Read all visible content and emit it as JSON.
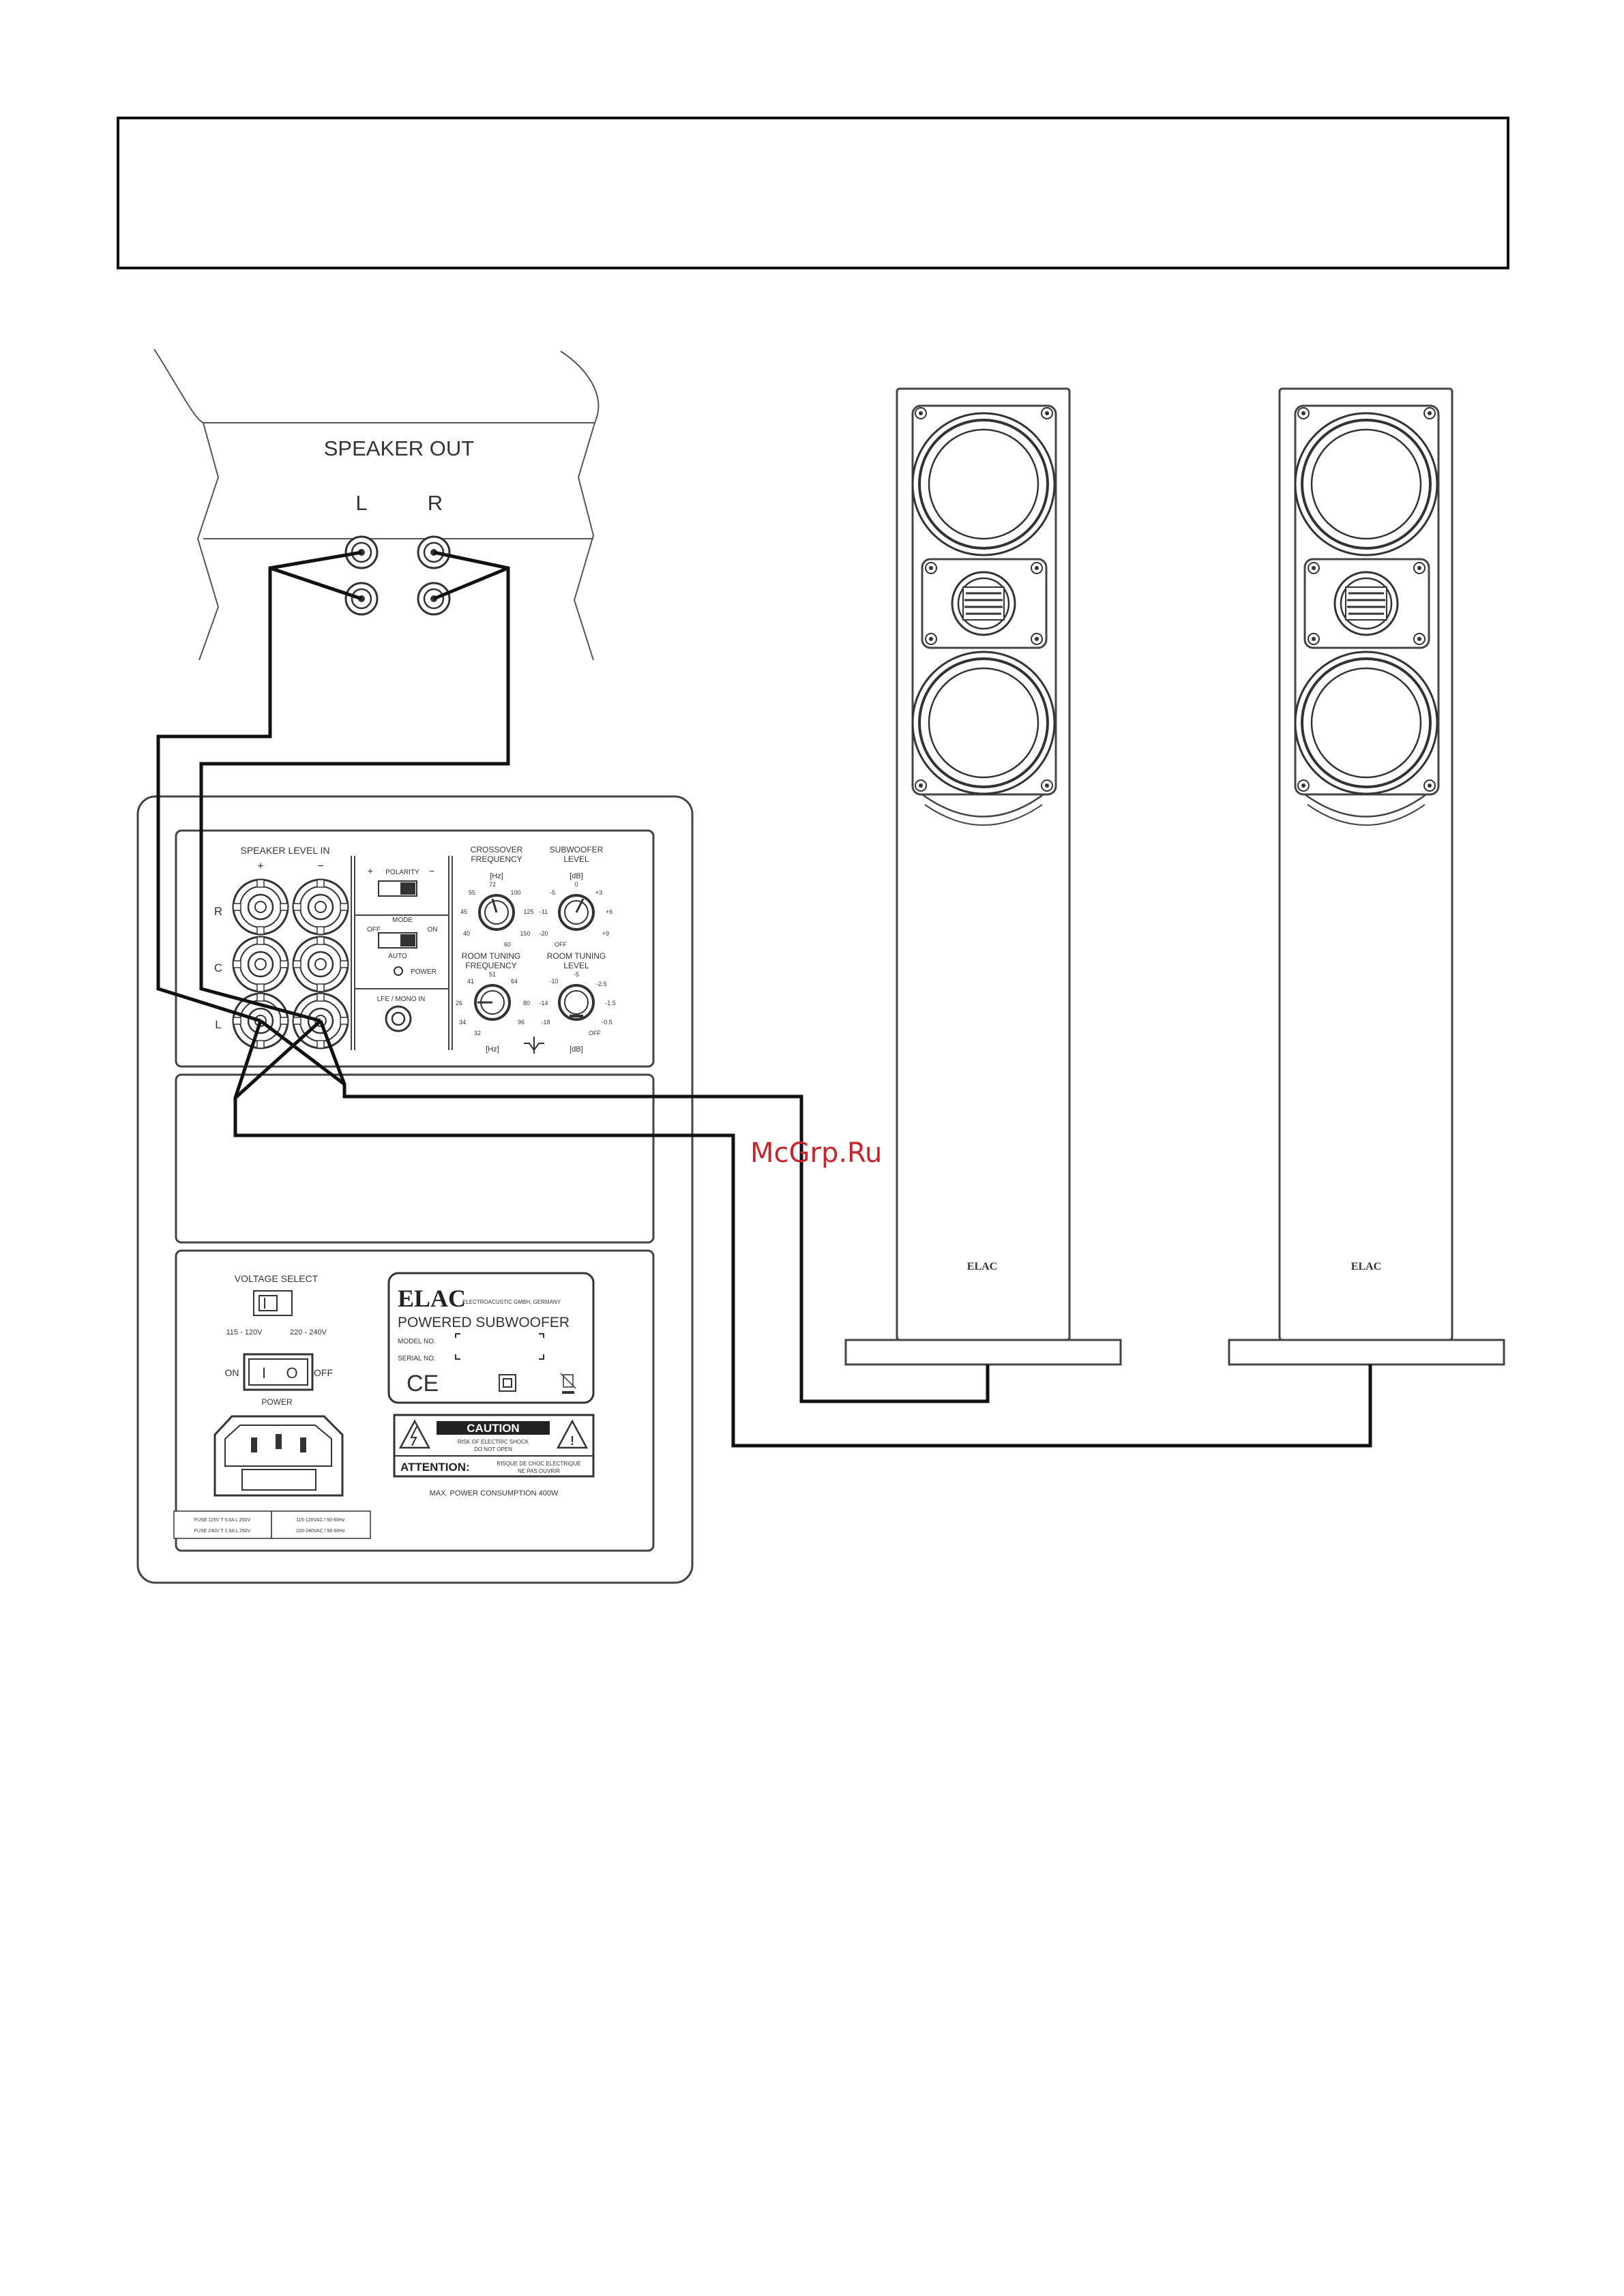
{
  "header": {
    "text": ""
  },
  "amp": {
    "title": "SPEAKER OUT",
    "left": "L",
    "right": "R"
  },
  "panel": {
    "speaker_level_in": "SPEAKER LEVEL IN",
    "plus": "+",
    "minus": "−",
    "rows": [
      "R",
      "C",
      "L"
    ],
    "polarity": {
      "plus": "+",
      "label": "POLARITY",
      "minus": "−"
    },
    "mode": {
      "label": "MODE",
      "off": "OFF",
      "on": "ON",
      "auto": "AUTO"
    },
    "power_led": "POWER",
    "lfe": "LFE / MONO IN",
    "crossover": {
      "title1": "CROSSOVER",
      "title2": "FREQUENCY",
      "unit": "[Hz]",
      "ticks": [
        "40",
        "45",
        "55",
        "72",
        "100",
        "125",
        "150",
        "60"
      ]
    },
    "sub_level": {
      "title1": "SUBWOOFER",
      "title2": "LEVEL",
      "unit": "[dB]",
      "ticks": [
        "-20",
        "-11",
        "-5",
        "0",
        "+3",
        "+6",
        "+9",
        "OFF"
      ]
    },
    "room_freq": {
      "title1": "ROOM TUNING",
      "title2": "FREQUENCY",
      "unit": "[Hz]",
      "ticks": [
        "26",
        "41",
        "51",
        "64",
        "80",
        "96",
        "32",
        "34"
      ]
    },
    "room_level": {
      "title1": "ROOM TUNING",
      "title2": "LEVEL",
      "unit": "[dB]",
      "ticks": [
        "-10",
        "-5",
        "-2.5",
        "-1.5",
        "-0.5",
        "-14",
        "-18",
        "OFF"
      ]
    },
    "voltage": {
      "label": "VOLTAGE SELECT",
      "v1": "115 - 120V",
      "v2": "220 - 240V"
    },
    "power_switch": {
      "on": "ON",
      "off": "OFF",
      "label": "POWER",
      "i": "I",
      "o": "O"
    },
    "fuse": {
      "l1": "FUSE 115V T 5.0A L 250V",
      "l2": "FUSE 230V T 2.5A L 250V",
      "r1": "115-120VAC / 50-60Hz",
      "r2": "220-240VAC / 50-60Hz"
    },
    "label": {
      "brand": "ELAC",
      "maker": "ELECTROACUSTIC GMBH, GERMANY",
      "product": "POWERED SUBWOOFER",
      "model": "MODEL NO.",
      "serial": "SERIAL NO.",
      "ce": "CE"
    },
    "caution": {
      "title": "CAUTION",
      "line1": "RISK OF ELECTRIC SHOCK",
      "line2": "DO NOT OPEN",
      "attention": "ATTENTION:",
      "fr1": "RISQUE DE CHOC ELECTRIQUE",
      "fr2": "NE PAS OUVRIR"
    },
    "max_power": "MAX. POWER CONSUMPTION 400W"
  },
  "speakers": {
    "badge": "ELAC"
  },
  "watermark": "McGrp.Ru"
}
